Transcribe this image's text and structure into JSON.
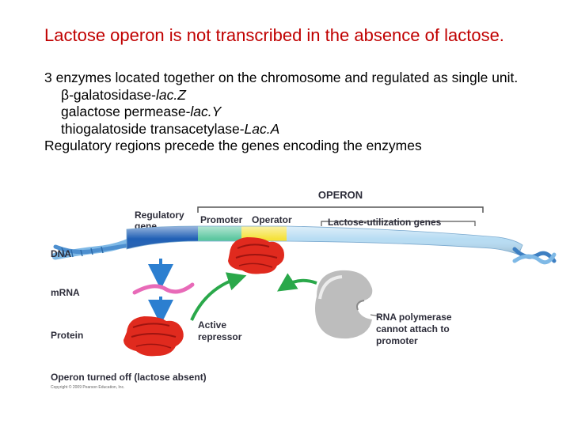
{
  "slide": {
    "title": "Lactose operon is not transcribed in the absence of lactose.",
    "line1": "3 enzymes located together on the chromosome and regulated as single unit.",
    "enzymes": [
      {
        "name": "β-galatosidase-",
        "gene": "lac.Z"
      },
      {
        "name": "galactose permease-",
        "gene": "lac.Y"
      },
      {
        "name": "thiogalatoside transacetylase-",
        "gene": "Lac.A"
      }
    ],
    "line_last": "Regulatory regions precede the genes encoding the enzymes"
  },
  "diagram": {
    "operon_label": "OPERON",
    "regulatory_gene_line1": "Regulatory",
    "regulatory_gene_line2": "gene",
    "promoter_label": "Promoter",
    "operator_label": "Operator",
    "lactose_genes_label": "Lactose-utilization genes",
    "dna_label": "DNA",
    "mrna_label": "mRNA",
    "protein_label": "Protein",
    "active_repressor_line1": "Active",
    "active_repressor_line2": "repressor",
    "rna_pol_line1": "RNA polymerase",
    "rna_pol_line2": "cannot attach to",
    "rna_pol_line3": "promoter",
    "caption": "Operon turned off (lactose absent)",
    "copyright": "Copyright © 2009 Pearson Education, Inc.",
    "colors": {
      "regulatory_gene": "#1f5fb5",
      "promoter": "#5cc7a0",
      "operator": "#f5e23a",
      "lac_genes": "#b7dcf3",
      "repressor": "#e02a1e",
      "mrna": "#e86ab8",
      "arrow_blue": "#2c7fd0",
      "arrow_green": "#2aa84a",
      "polymerase": "#bdbdbd"
    }
  }
}
